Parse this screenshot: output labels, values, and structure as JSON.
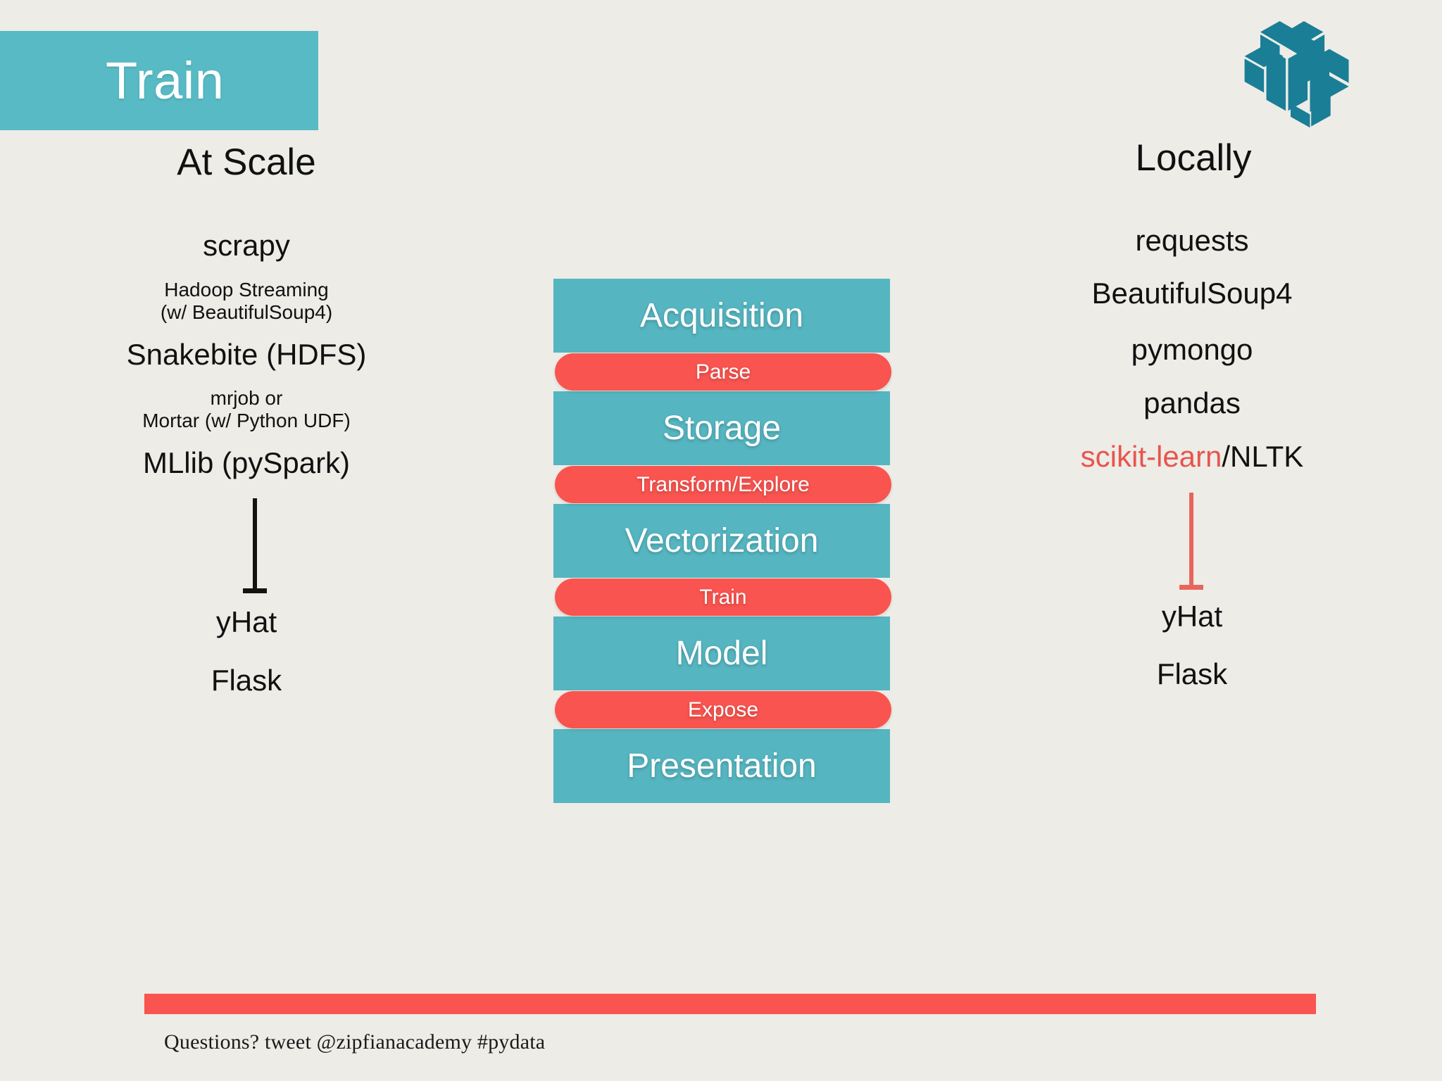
{
  "slide": {
    "title": "Train",
    "background_color": "#edece7",
    "teal": "#55b5c0",
    "red": "#f9544f",
    "logo_color": "#1a7e96"
  },
  "logo": {
    "name": "pydata-logo"
  },
  "columns": {
    "left": {
      "header": "At Scale",
      "items": [
        {
          "id": "scrapy",
          "text": "scrapy",
          "size": "big",
          "color": "#111111"
        },
        {
          "id": "hadoop",
          "text": "Hadoop Streaming\n(w/ BeautifulSoup4)",
          "size": "small",
          "color": "#111111"
        },
        {
          "id": "snakebite",
          "text": "Snakebite (HDFS)",
          "size": "big",
          "color": "#111111"
        },
        {
          "id": "mrjob",
          "text": "mrjob or\nMortar (w/ Python UDF)",
          "size": "small",
          "color": "#111111"
        },
        {
          "id": "mllib",
          "text": "MLlib (pySpark)",
          "size": "big",
          "color": "#111111"
        },
        {
          "id": "yhat",
          "text": "yHat",
          "size": "big",
          "color": "#111111"
        },
        {
          "id": "flask",
          "text": "Flask",
          "size": "big",
          "color": "#111111"
        }
      ],
      "connector_color": "#15120f"
    },
    "right": {
      "header": "Locally",
      "items": [
        {
          "id": "requests",
          "text": "requests",
          "size": "big",
          "color": "#111111"
        },
        {
          "id": "bs4",
          "text": "BeautifulSoup4",
          "size": "big",
          "color": "#111111"
        },
        {
          "id": "pymongo",
          "text": "pymongo",
          "size": "big",
          "color": "#111111"
        },
        {
          "id": "pandas",
          "text": "pandas",
          "size": "big",
          "color": "#111111"
        },
        {
          "id": "sklearn",
          "text": "scikit-learn",
          "suffix": "/NLTK",
          "size": "big",
          "color": "#e8554d"
        },
        {
          "id": "yhat",
          "text": "yHat",
          "size": "big",
          "color": "#111111"
        },
        {
          "id": "flask",
          "text": "Flask",
          "size": "big",
          "color": "#111111"
        }
      ],
      "connector_color": "#e8655c"
    }
  },
  "pipeline": {
    "stages": [
      {
        "label": "Acquisition",
        "kind": "major"
      },
      {
        "label": "Parse",
        "kind": "minor"
      },
      {
        "label": "Storage",
        "kind": "major"
      },
      {
        "label": "Transform/Explore",
        "kind": "minor"
      },
      {
        "label": "Vectorization",
        "kind": "major"
      },
      {
        "label": "Train",
        "kind": "minor"
      },
      {
        "label": "Model",
        "kind": "major"
      },
      {
        "label": "Expose",
        "kind": "minor"
      },
      {
        "label": "Presentation",
        "kind": "major"
      }
    ]
  },
  "footer": {
    "text": "Questions? tweet @zipfianacademy #pydata",
    "bar_color": "#f9544f"
  }
}
